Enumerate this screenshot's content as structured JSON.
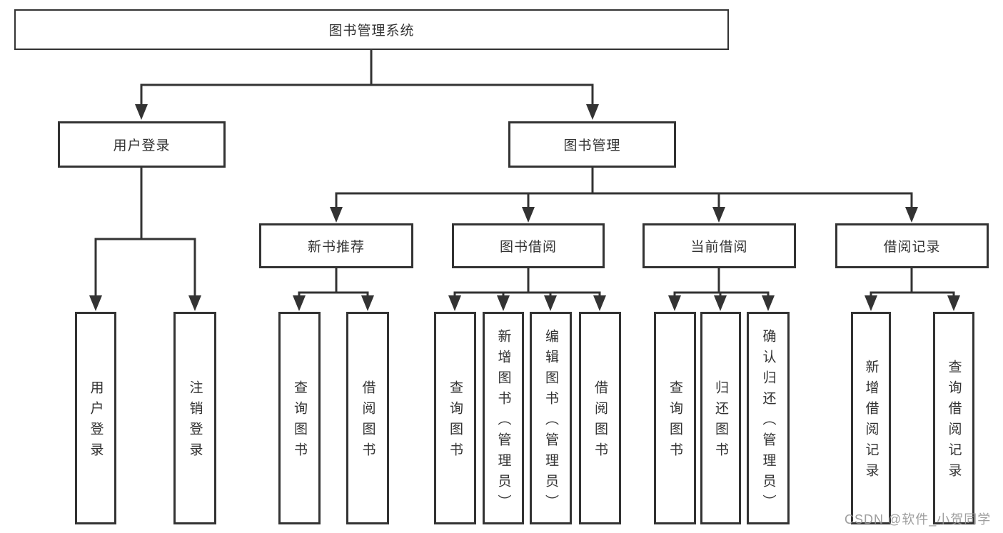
{
  "colors": {
    "line": "#333333",
    "text": "#333333",
    "box_fill": "#ffffff",
    "background": "#ffffff",
    "watermark": "#949494"
  },
  "diagram": {
    "root": {
      "label": "图书管理系统"
    },
    "branches": [
      {
        "label": "用户登录",
        "children": [
          {
            "label": "用户登录"
          },
          {
            "label": "注销登录"
          }
        ]
      },
      {
        "label": "图书管理",
        "children": [
          {
            "label": "新书推荐",
            "children": [
              {
                "label": "查询图书"
              },
              {
                "label": "借阅图书"
              }
            ]
          },
          {
            "label": "图书借阅",
            "children": [
              {
                "label": "查询图书"
              },
              {
                "label": "新增图书（管理员）"
              },
              {
                "label": "编辑图书（管理员）"
              },
              {
                "label": "借阅图书"
              }
            ]
          },
          {
            "label": "当前借阅",
            "children": [
              {
                "label": "查询图书"
              },
              {
                "label": "归还图书"
              },
              {
                "label": "确认归还（管理员）"
              }
            ]
          },
          {
            "label": "借阅记录",
            "children": [
              {
                "label": "新增借阅记录"
              },
              {
                "label": "查询借阅记录"
              }
            ]
          }
        ]
      }
    ]
  },
  "watermark": "CSDN @软件_小贺同学"
}
